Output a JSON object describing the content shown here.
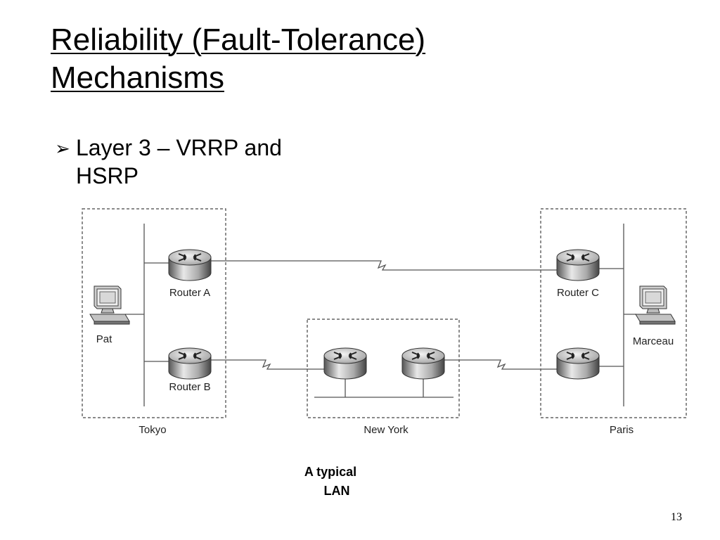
{
  "slide": {
    "title_line1": "Reliability (Fault-Tolerance)",
    "title_line2": "Mechanisms",
    "bullet_symbol": "➢",
    "bullet_line1": "Layer 3 – VRRP and",
    "bullet_line2": "HSRP",
    "caption_line1": "A typical",
    "caption_line2": "LAN",
    "page_number": "13"
  },
  "diagram": {
    "sites": {
      "tokyo": "Tokyo",
      "new_york": "New York",
      "paris": "Paris"
    },
    "devices": {
      "router_a": "Router A",
      "router_b": "Router B",
      "router_c": "Router C",
      "pat": "Pat",
      "marceau": "Marceau"
    },
    "icons": {
      "router": "router-icon",
      "host": "workstation-icon",
      "wan_link": "serial-link-zigzag"
    }
  }
}
